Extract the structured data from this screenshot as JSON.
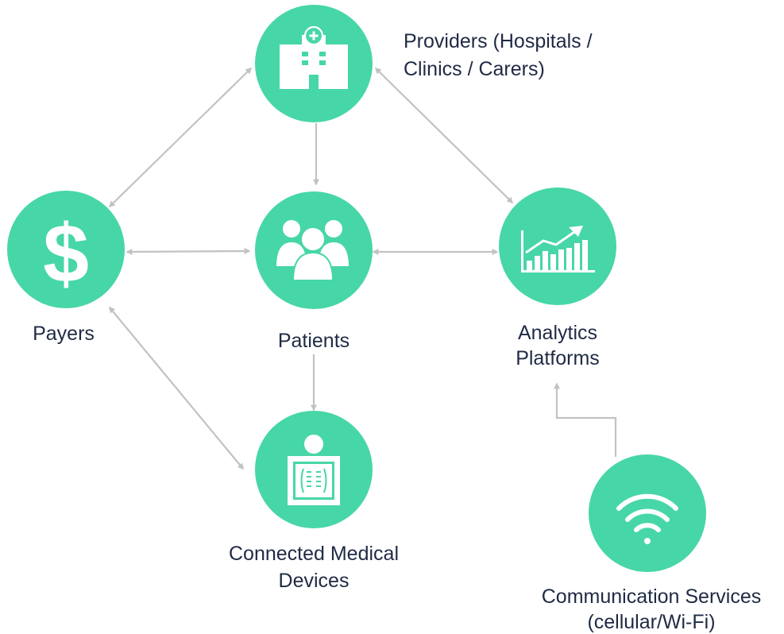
{
  "diagram": {
    "colors": {
      "node": "#47d6a8",
      "edge": "#c2c2c2",
      "text": "#1f2a44",
      "icon": "#ffffff"
    },
    "nodes": {
      "providers": {
        "label_line1": "Providers (Hospitals /",
        "label_line2": "Clinics / Carers)",
        "icon": "hospital-icon"
      },
      "payers": {
        "label": "Payers",
        "icon": "dollar-icon"
      },
      "patients": {
        "label": "Patients",
        "icon": "people-group-icon"
      },
      "analytics": {
        "label_line1": "Analytics",
        "label_line2": "Platforms",
        "icon": "bar-chart-trend-icon"
      },
      "devices": {
        "label_line1": "Connected Medical",
        "label_line2": "Devices",
        "icon": "xray-device-icon"
      },
      "communication": {
        "label_line1": "Communication Services",
        "label_line2": "(cellular/Wi-Fi)",
        "icon": "wifi-icon"
      }
    },
    "edges": [
      {
        "from": "providers",
        "to": "payers",
        "direction": "both"
      },
      {
        "from": "providers",
        "to": "analytics",
        "direction": "both"
      },
      {
        "from": "providers",
        "to": "patients",
        "direction": "forward"
      },
      {
        "from": "payers",
        "to": "patients",
        "direction": "both"
      },
      {
        "from": "patients",
        "to": "analytics",
        "direction": "both"
      },
      {
        "from": "patients",
        "to": "devices",
        "direction": "forward"
      },
      {
        "from": "payers",
        "to": "devices",
        "direction": "both"
      },
      {
        "from": "communication",
        "to": "analytics",
        "direction": "forward"
      }
    ]
  }
}
